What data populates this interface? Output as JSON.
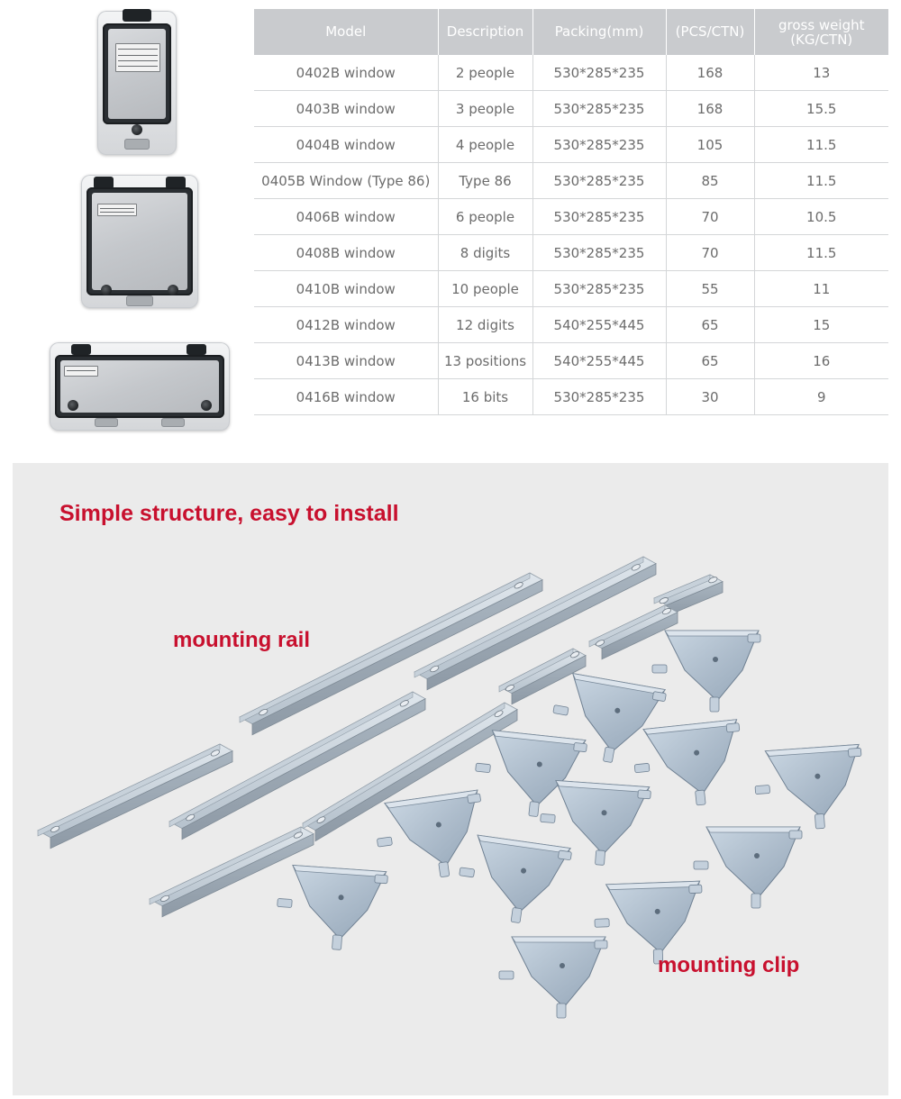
{
  "products": [
    {
      "name": "window-photo-small"
    },
    {
      "name": "window-photo-medium"
    },
    {
      "name": "window-photo-wide"
    }
  ],
  "spec_table": {
    "headers": [
      "Model",
      "Description",
      "Packing(mm)",
      "(PCS/CTN)",
      "gross weight\n(KG/CTN)"
    ],
    "rows": [
      [
        "0402B window",
        "2 people",
        "530*285*235",
        "168",
        "13"
      ],
      [
        "0403B window",
        "3 people",
        "530*285*235",
        "168",
        "15.5"
      ],
      [
        "0404B window",
        "4 people",
        "530*285*235",
        "105",
        "11.5"
      ],
      [
        "0405B Window (Type 86)",
        "Type 86",
        "530*285*235",
        "85",
        "11.5"
      ],
      [
        "0406B window",
        "6 people",
        "530*285*235",
        "70",
        "10.5"
      ],
      [
        "0408B window",
        "8 digits",
        "530*285*235",
        "70",
        "11.5"
      ],
      [
        "0410B window",
        "10 people",
        "530*285*235",
        "55",
        "11"
      ],
      [
        "0412B window",
        "12 digits",
        "540*255*445",
        "65",
        "15"
      ],
      [
        "0413B window",
        "13 positions",
        "540*255*445",
        "65",
        "16"
      ],
      [
        "0416B window",
        "16 bits",
        "530*285*235",
        "30",
        "9"
      ]
    ]
  },
  "install": {
    "title": "Simple structure, easy to install",
    "rail_label": "mounting rail",
    "clip_label": "mounting clip"
  },
  "colors": {
    "accent_red": "#c8102e",
    "header_gray": "#c9cbce",
    "panel_bg": "#ebebeb",
    "metal": "#b9c6d3"
  }
}
